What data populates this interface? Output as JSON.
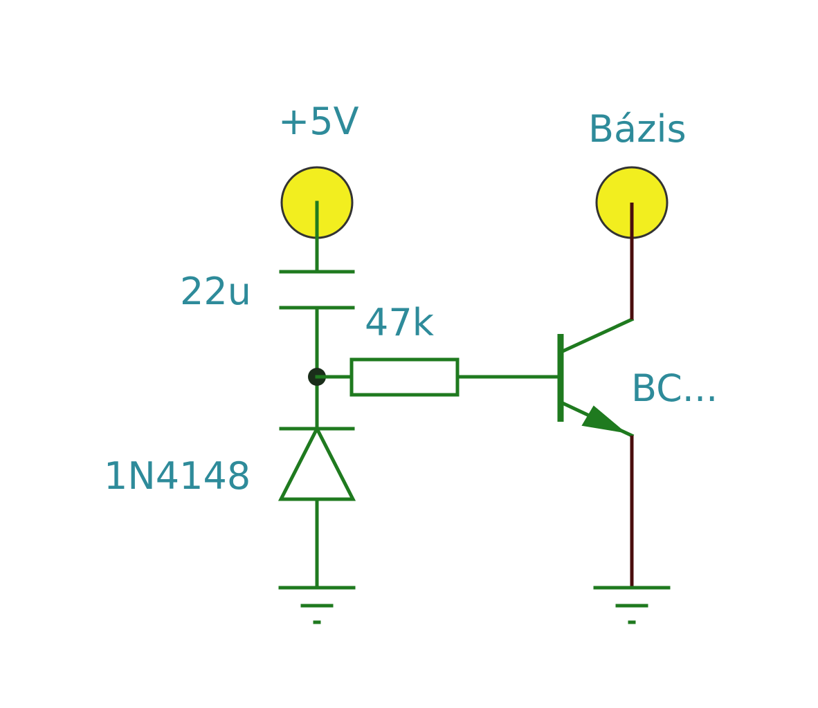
{
  "labels": {
    "supply": "+5V",
    "output": "Bázis",
    "capacitor": "22u",
    "resistor": "47k",
    "transistor": "BC...",
    "diode": "1N4148"
  },
  "colors": {
    "wire_green": "#1f7a1f",
    "wire_dark": "#4a0d0d",
    "text": "#2e8b9a",
    "terminal_fill": "#f2ee1f",
    "terminal_stroke": "#333333"
  }
}
